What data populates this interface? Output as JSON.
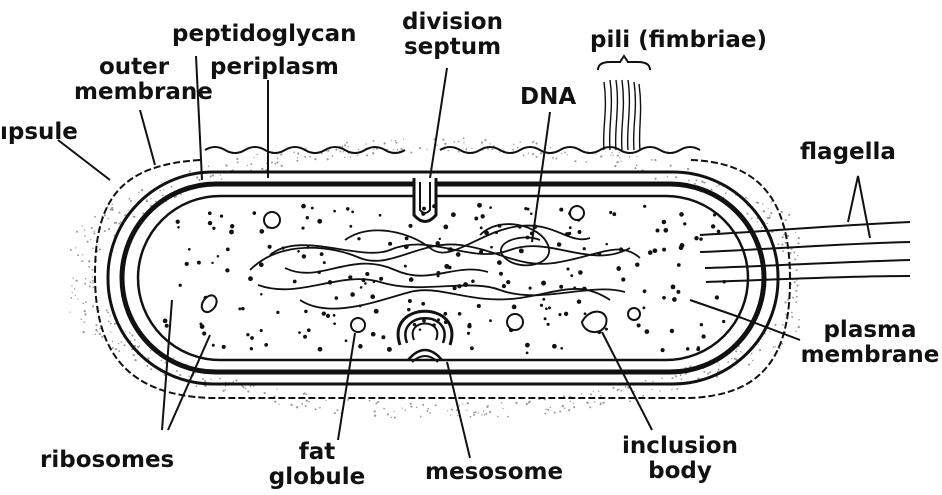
{
  "diagram": {
    "labels": {
      "capsule": "ıpsule",
      "outer_membrane": [
        "outer",
        "membrane"
      ],
      "peptidoglycan": "peptidoglycan",
      "periplasm": "periplasm",
      "division_septum": [
        "division",
        "septum"
      ],
      "pili": "pili (fimbriae)",
      "dna": "DNA",
      "flagella": "flagella",
      "plasma_membrane": [
        "plasma",
        "membrane"
      ],
      "ribosomes": "ribosomes",
      "fat_globule": [
        "fat",
        "globule"
      ],
      "mesosome": "mesosome",
      "inclusion_body": [
        "inclusion",
        "body"
      ]
    },
    "colors": {
      "ink": "#111111",
      "stipple": "#9a9a9a",
      "background": "#ffffff"
    }
  }
}
